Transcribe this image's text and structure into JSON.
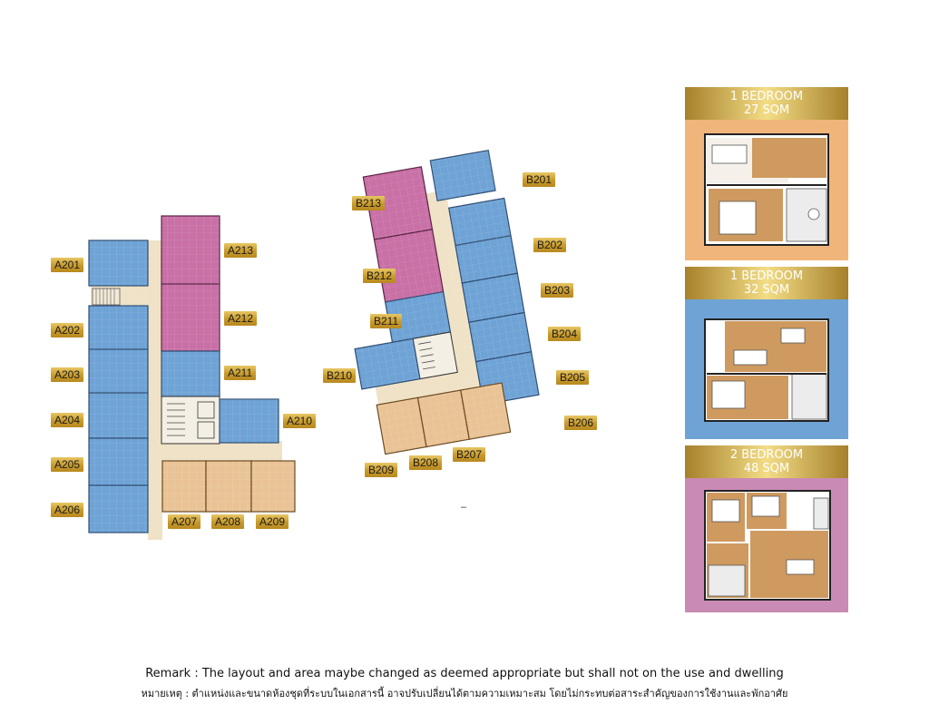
{
  "building_a": {
    "labels": {
      "a201": "A201",
      "a202": "A202",
      "a203": "A203",
      "a204": "A204",
      "a205": "A205",
      "a206": "A206",
      "a207": "A207",
      "a208": "A208",
      "a209": "A209",
      "a210": "A210",
      "a211": "A211",
      "a212": "A212",
      "a213": "A213"
    }
  },
  "building_b": {
    "labels": {
      "b201": "B201",
      "b202": "B202",
      "b203": "B203",
      "b204": "B204",
      "b205": "B205",
      "b206": "B206",
      "b207": "B207",
      "b208": "B208",
      "b209": "B209",
      "b210": "B210",
      "b211": "B211",
      "b212": "B212",
      "b213": "B213"
    }
  },
  "unit_types": [
    {
      "title": "1 BEDROOM",
      "area": "27 SQM",
      "color": "#f0b57a"
    },
    {
      "title": "1 BEDROOM",
      "area": "32 SQM",
      "color": "#6fa3d6"
    },
    {
      "title": "2 BEDROOM",
      "area": "48 SQM",
      "color": "#c98bb5"
    }
  ],
  "colors": {
    "blue_unit": "#6fa3d6",
    "pink_unit": "#c970a6",
    "tan_unit": "#e9c395",
    "corridor": "#efe2c6",
    "label_gold": "#d4a93c"
  },
  "dash": "–",
  "remark": {
    "en": "Remark : The layout and area maybe changed as deemed appropriate but shall not on the use and dwelling",
    "th": "หมายเหตุ : ตำแหน่งและขนาดห้องชุดที่ระบบในเอกสารนี้ อาจปรับเปลี่ยนได้ตามความเหมาะสม โดยไม่กระทบต่อสาระสำคัญของการใช้งานและพักอาศัย"
  }
}
